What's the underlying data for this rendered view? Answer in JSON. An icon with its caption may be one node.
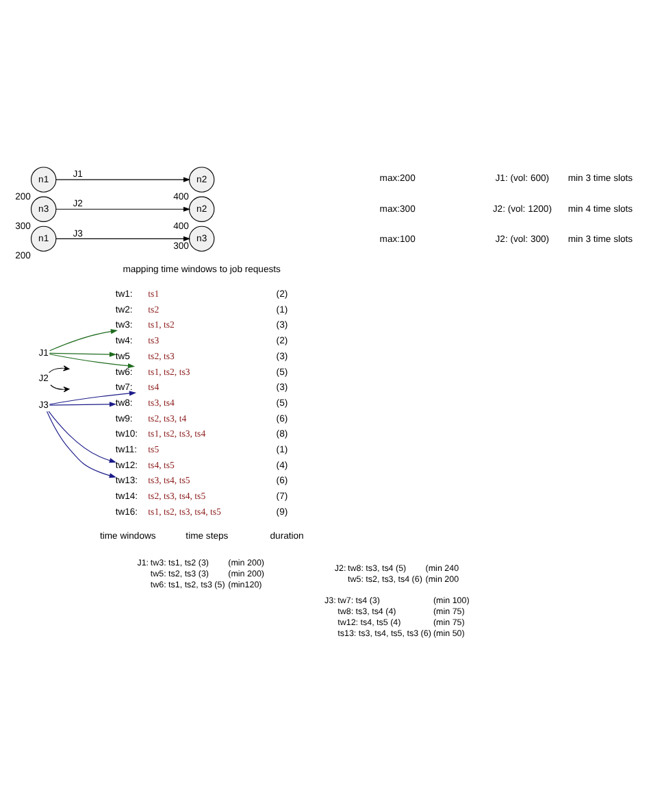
{
  "diagram": {
    "nodes": [
      {
        "text": [
          "n1"
        ],
        "beside": [
          "200"
        ]
      },
      {
        "text": [
          "n2"
        ],
        "beside": [
          "400"
        ]
      },
      {
        "text": [
          "n3"
        ],
        "beside": [
          "300"
        ]
      },
      {
        "text": [
          "n2"
        ],
        "beside": [
          "400"
        ]
      },
      {
        "text": [
          "n1"
        ],
        "beside": [
          "200"
        ]
      },
      {
        "text": [
          "n3"
        ],
        "beside": [
          "300"
        ]
      },
      {
        "text": [
          "J1"
        ]
      },
      {
        "text": [
          "J2"
        ]
      },
      {
        "text": [
          "J3"
        ]
      },
      {
        "text": [
          "tw1:"
        ],
        "beside": [
          "ts1",
          "(2)"
        ]
      },
      {
        "text": [
          "tw2:"
        ],
        "beside": [
          "ts2",
          "(1)"
        ]
      },
      {
        "text": [
          "tw3:"
        ],
        "beside": [
          "ts1, ts2",
          "(3)"
        ]
      },
      {
        "text": [
          "tw4:"
        ],
        "beside": [
          "ts3",
          "(2)"
        ]
      },
      {
        "text": [
          "tw5"
        ],
        "beside": [
          "ts2, ts3",
          "(3)"
        ]
      },
      {
        "text": [
          "tw6:"
        ],
        "beside": [
          "ts1, ts2, ts3",
          "(5)"
        ]
      },
      {
        "text": [
          "tw7:"
        ],
        "beside": [
          "ts4",
          "(3)"
        ]
      },
      {
        "text": [
          "tw8:"
        ],
        "beside": [
          "ts3, ts4",
          "(5)"
        ]
      },
      {
        "text": [
          "tw9:"
        ],
        "beside": [
          "ts2, ts3, t4",
          "(6)"
        ]
      },
      {
        "text": [
          "tw10:"
        ],
        "beside": [
          "ts1, ts2, ts3, ts4",
          "(8)"
        ]
      },
      {
        "text": [
          "tw11:"
        ],
        "beside": [
          "ts5",
          "(1)"
        ]
      },
      {
        "text": [
          "tw12:"
        ],
        "beside": [
          "ts4, ts5",
          "(4)"
        ]
      },
      {
        "text": [
          "tw13:"
        ],
        "beside": [
          "ts3, ts4, ts5",
          "(6)"
        ]
      },
      {
        "text": [
          "tw14:"
        ],
        "beside": [
          "ts2, ts3, ts4, ts5",
          "(7)"
        ]
      },
      {
        "text": [
          "tw16:"
        ],
        "beside": [
          "ts1, ts2, ts3, ts4, ts5",
          "(9)"
        ]
      }
    ],
    "edges": [
      {
        "from": 0,
        "to": 1,
        "arrow": "to",
        "label": "J1",
        "color": "#000000"
      },
      {
        "from": 2,
        "to": 3,
        "arrow": "to",
        "label": "J2",
        "color": "#000000"
      },
      {
        "from": 4,
        "to": 5,
        "arrow": "to",
        "label": "J3",
        "color": "#000000"
      },
      {
        "from": 6,
        "to": 11,
        "arrow": "to",
        "color": "#1e6b1e"
      },
      {
        "from": 6,
        "to": 13,
        "arrow": "to",
        "color": "#1e6b1e"
      },
      {
        "from": 6,
        "to": 14,
        "arrow": "to",
        "color": "#1e6b1e"
      },
      {
        "from": 7,
        "to": null,
        "arrow": "to",
        "color": "#000000"
      },
      {
        "from": 7,
        "to": null,
        "arrow": "to",
        "color": "#000000"
      },
      {
        "from": 8,
        "to": 15,
        "arrow": "to",
        "color": "#1c1c8a"
      },
      {
        "from": 8,
        "to": 16,
        "arrow": "to",
        "color": "#1c1c8a"
      },
      {
        "from": 8,
        "to": 20,
        "arrow": "to",
        "color": "#1c1c8a"
      },
      {
        "from": 8,
        "to": 21,
        "arrow": "to",
        "color": "#1c1c8a"
      }
    ],
    "labels": [
      "max:200",
      "J1: (vol: 600)",
      "min 3 time slots",
      "max:300",
      "J2: (vol: 1200)",
      "min 4 time slots",
      "max:100",
      "J2: (vol: 300)",
      "min 3 time slots",
      "mapping time windows to job requests",
      "time windows",
      "time steps",
      "duration",
      "J1:",
      "tw3: ts1, ts2 (3)",
      "(min 200)",
      "tw5: ts2, ts3 (3)",
      "(min 200)",
      "tw6: ts1, ts2, ts3 (5)",
      "(min120)",
      "J2:",
      "tw8: ts3, ts4 (5)",
      "(min 240",
      "tw5: ts2, ts3, ts4 (6)",
      "(min 200",
      "J3:",
      "tw7: ts4 (3)",
      "(min 100)",
      "tw8: ts3, ts4 (4)",
      "(min 75)",
      "tw12: ts4, ts5 (4)",
      "(min 75)",
      "ts13: ts3, ts4, ts5, ts3 (6)",
      "(min 50)"
    ]
  }
}
